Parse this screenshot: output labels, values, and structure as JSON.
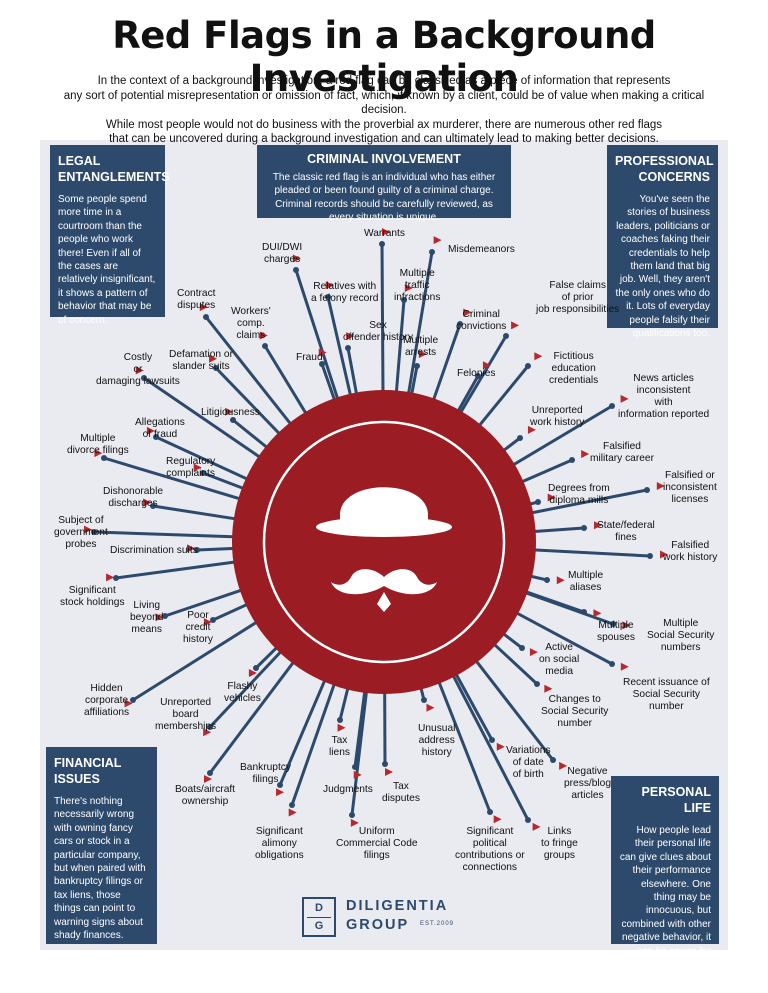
{
  "title": "Red Flags in a Background Investigation",
  "intro": [
    "In the context of a background investigation, a red flag can be classified as a piece of information that represents",
    "any sort of potential misrepresentation or omission of fact, which, if known by a client, could be of value when making a critical decision.",
    "While most people would not do business with the proverbial ax murderer, there are numerous other red flags",
    "that can be uncovered during a background investigation and can ultimately lead to making better decisions."
  ],
  "boxes": {
    "legal": {
      "title": "LEGAL ENTANGLEMENTS",
      "text": "Some people spend more time in a courtroom than the people who work there! Even if all of the cases are relatively insignificant, it shows a pattern of behavior that may be of concern."
    },
    "criminal": {
      "title": "CRIMINAL INVOLVEMENT",
      "text": "The classic red flag is an individual who has either pleaded or been found guilty of a criminal charge. Criminal records should be carefully reviewed, as every situation is unique."
    },
    "professional": {
      "title": "PROFESSIONAL CONCERNS",
      "text": "You've seen the stories of business leaders, politicians or coaches faking their credentials to help them land that big job. Well, they aren't the only ones who do it. Lots of everyday people falsify their qualifications too."
    },
    "financial": {
      "title": "FINANCIAL ISSUES",
      "text": "There's nothing necessarily wrong with owning fancy cars or stock in a particular company, but when paired with bankruptcy filings or tax liens, those things can point to warning signs about shady finances."
    },
    "personal": {
      "title": "PERSONAL LIFE",
      "text": "How people lead their personal life can give clues about their performance elsewhere. One thing may be innocuous, but combined with other negative behavior, it can be cause for concern."
    }
  },
  "logo": {
    "mark_top": "D",
    "mark_bottom": "G",
    "name_line1": "DILIGENTIA",
    "name_line2": "GROUP",
    "est": "EST.2009"
  },
  "colors": {
    "navy": "#2d4a6c",
    "red": "#9b1c22",
    "flag": "#b52a2f",
    "bg": "#e9ebf0"
  },
  "flags": [
    {
      "label": "Warrants"
    },
    {
      "label": "Misdemeanors"
    },
    {
      "label": "DUI/DWI charges"
    },
    {
      "label": "Relatives with a felony record"
    },
    {
      "label": "Multiple traffic infractions"
    },
    {
      "label": "Criminal convictions"
    },
    {
      "label": "Sex offender history"
    },
    {
      "label": "Multiple arrests"
    },
    {
      "label": "Fraud"
    },
    {
      "label": "Felonies"
    },
    {
      "label": "Contract disputes"
    },
    {
      "label": "Workers' comp. claims"
    },
    {
      "label": "Costly or damaging lawsuits"
    },
    {
      "label": "Defamation or slander suits"
    },
    {
      "label": "Litigiousness"
    },
    {
      "label": "Allegations of fraud"
    },
    {
      "label": "Multiple divorce filings"
    },
    {
      "label": "Regulatory complaints"
    },
    {
      "label": "Dishonorable discharges"
    },
    {
      "label": "Subject of government probes"
    },
    {
      "label": "Discrimination suits"
    },
    {
      "label": "False claims of prior job responsibilities"
    },
    {
      "label": "Fictitious education credentials"
    },
    {
      "label": "News articles inconsistent with information reported"
    },
    {
      "label": "Unreported work history"
    },
    {
      "label": "Falsified military career"
    },
    {
      "label": "Falsified or inconsistent licenses"
    },
    {
      "label": "Degrees from diploma mills"
    },
    {
      "label": "State/federal fines"
    },
    {
      "label": "Falsified work history"
    },
    {
      "label": "Significant stock holdings"
    },
    {
      "label": "Living beyond means"
    },
    {
      "label": "Poor credit history"
    },
    {
      "label": "Hidden corporate affiliations"
    },
    {
      "label": "Flashy vehicles"
    },
    {
      "label": "Unreported board memberships"
    },
    {
      "label": "Tax liens"
    },
    {
      "label": "Bankruptcy filings"
    },
    {
      "label": "Boats/aircraft ownership"
    },
    {
      "label": "Judgments"
    },
    {
      "label": "Tax disputes"
    },
    {
      "label": "Significant alimony obligations"
    },
    {
      "label": "Uniform Commercial Code filings"
    },
    {
      "label": "Multiple aliases"
    },
    {
      "label": "Multiple spouses"
    },
    {
      "label": "Multiple Social Security numbers"
    },
    {
      "label": "Active on social media"
    },
    {
      "label": "Recent issuance of Social Security number"
    },
    {
      "label": "Changes to Social Security number"
    },
    {
      "label": "Unusual address history"
    },
    {
      "label": "Variations of date of birth"
    },
    {
      "label": "Negative press/blog articles"
    },
    {
      "label": "Significant political contributions or connections"
    },
    {
      "label": "Links to fringe groups"
    }
  ]
}
